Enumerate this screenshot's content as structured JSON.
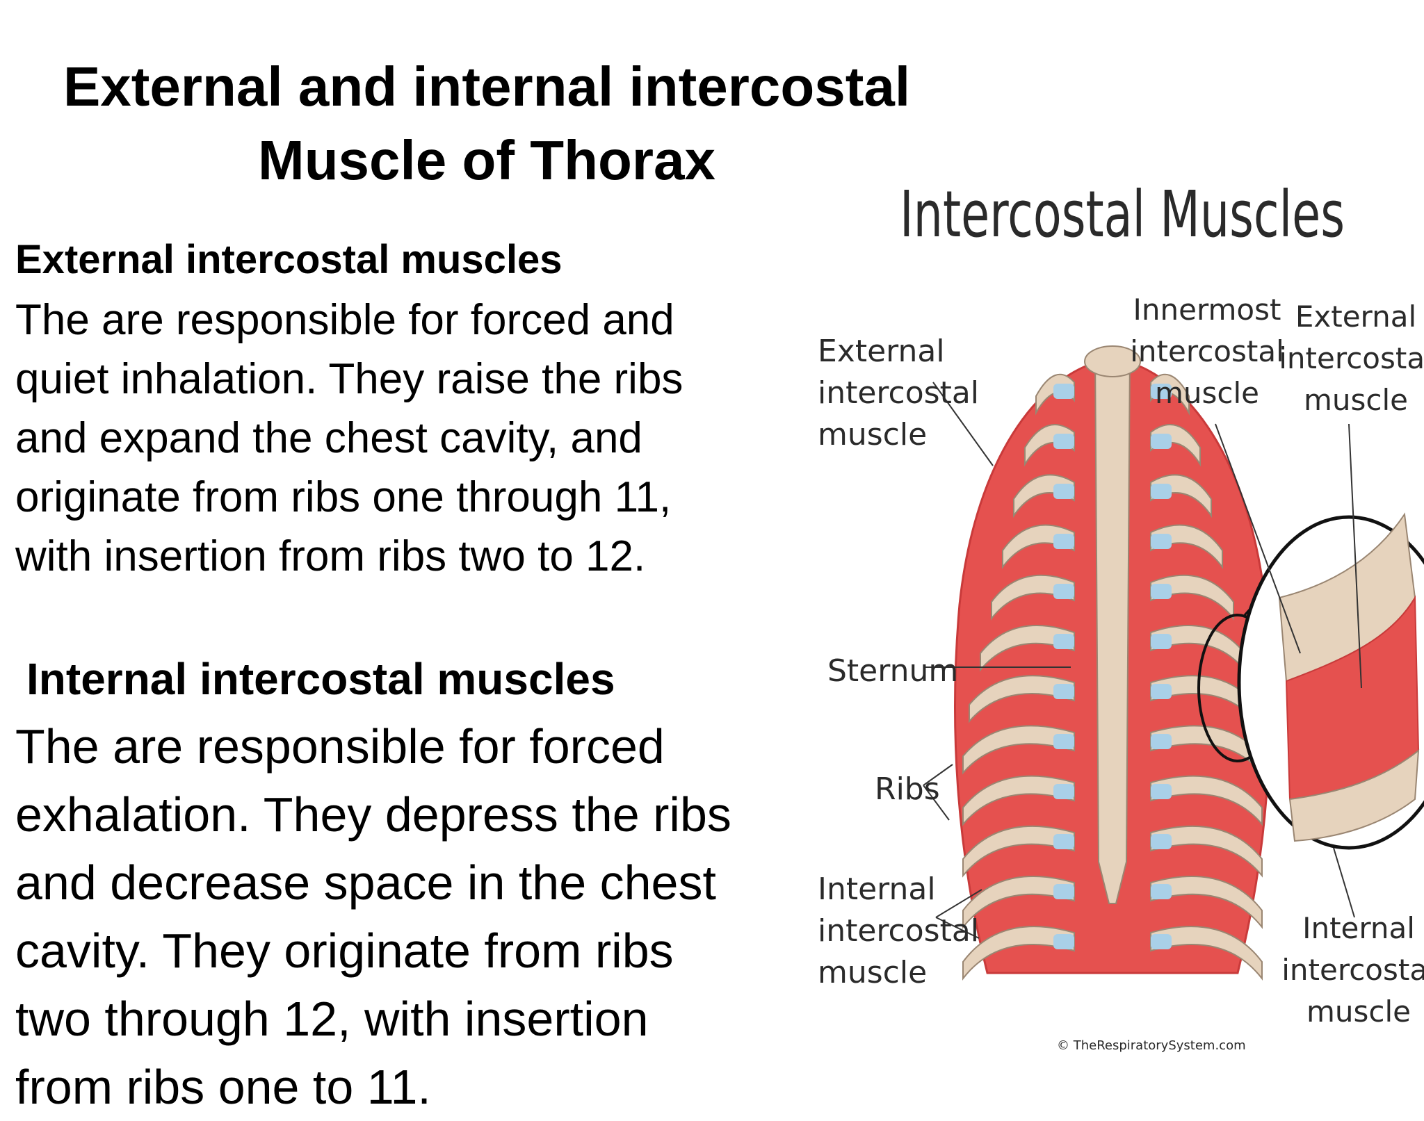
{
  "slide": {
    "title_line1": "External and internal intercostal",
    "title_line2": "Muscle of Thorax"
  },
  "external_section": {
    "heading": "External intercostal muscles",
    "lines": [
      "The are responsible for forced and",
      "quiet inhalation. They raise the ribs",
      "and expand the chest cavity, and",
      "originate from ribs one through 11,",
      "with insertion from ribs two to 12."
    ]
  },
  "internal_section": {
    "heading": "Internal intercostal muscles",
    "lines": [
      "The are responsible for forced",
      "exhalation. They depress the ribs",
      "and decrease space in the chest",
      "cavity. They originate from ribs",
      "two through 12, with insertion",
      "from ribs one to 11."
    ]
  },
  "figure": {
    "title": "Intercostal Muscles",
    "labels": {
      "external_left": [
        "External",
        "intercostal",
        "muscle"
      ],
      "sternum": "Sternum",
      "ribs": "Ribs",
      "internal_left": [
        "Internal",
        "intercostal",
        "muscle"
      ],
      "innermost": [
        "Innermost",
        "intercostal",
        "muscle"
      ],
      "external_right": [
        "External",
        "intercostal",
        "muscle"
      ],
      "internal_right": [
        "Internal",
        "intercostal",
        "muscle"
      ]
    },
    "credit": "© TheRespiratorySystem.com",
    "colors": {
      "bone": "#e6d3bd",
      "bone_stroke": "#9a8672",
      "muscle": "#e5514f",
      "muscle_dark": "#c93a3a",
      "cartilage": "#a9d0e8"
    }
  }
}
